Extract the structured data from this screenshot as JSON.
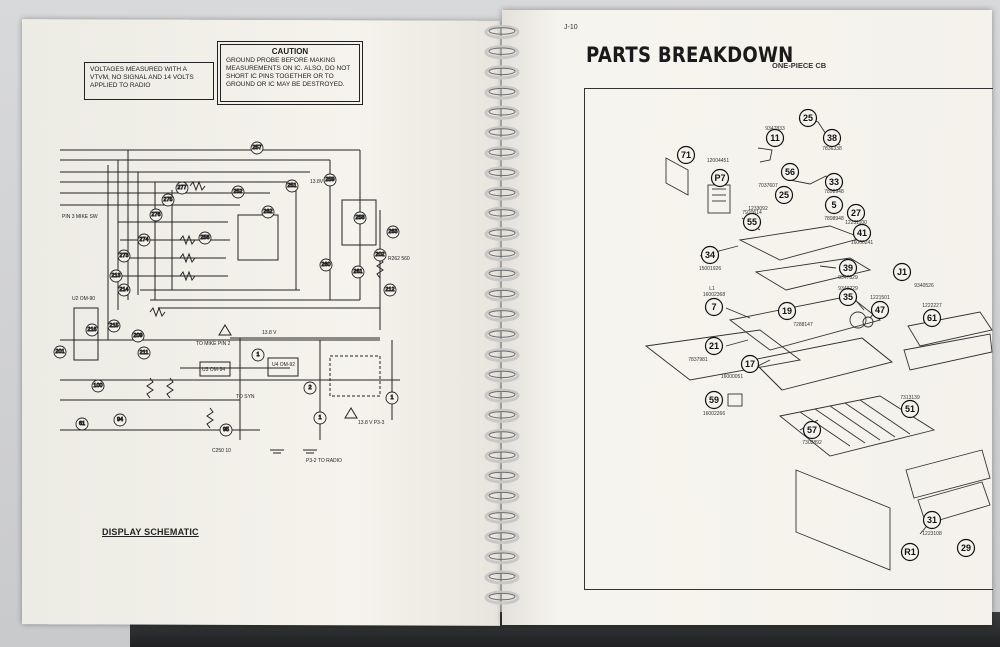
{
  "left_page": {
    "voltage_note": "VOLTAGES MEASURED WITH A VTVM, NO SIGNAL AND 14 VOLTS APPLIED TO RADIO",
    "caution_title": "CAUTION",
    "caution_text": "GROUND PROBE BEFORE MAKING MEASUREMENTS ON IC. ALSO, DO NOT SHORT IC PINS TOGETHER OR TO GROUND OR IC MAY BE DESTROYED.",
    "schematic_title": "DISPLAY SCHEMATIC",
    "schematic_labels": [
      {
        "id": "v-13-8",
        "text": "13.8 V"
      },
      {
        "id": "v-13-8b",
        "text": "13.8V"
      },
      {
        "id": "to-mike",
        "text": "TO MIKE PIN 2"
      },
      {
        "id": "to-syn",
        "text": "TO SYN"
      },
      {
        "id": "p3-2",
        "text": "P3-2 TO RADIO"
      },
      {
        "id": "p3-3",
        "text": "13.8 V P3-3"
      },
      {
        "id": "u4",
        "text": "U4 OM-92"
      },
      {
        "id": "u3",
        "text": "U3 OM-94"
      },
      {
        "id": "u2",
        "text": "U2 OM-90"
      },
      {
        "id": "pin3",
        "text": "PIN 3 MIKE SW"
      },
      {
        "id": "c250",
        "text": "C250 10"
      },
      {
        "id": "r262",
        "text": "R262 560"
      }
    ],
    "test_points": [
      "257",
      "277",
      "252",
      "251",
      "259",
      "275",
      "276",
      "274",
      "273",
      "256",
      "262",
      "263",
      "213",
      "214",
      "216",
      "215",
      "258",
      "260",
      "261",
      "212",
      "209",
      "202",
      "201",
      "211",
      "100",
      "94",
      "95",
      "61",
      "1",
      "2",
      "1",
      "1"
    ]
  },
  "right_page": {
    "page_number": "J-10",
    "title": "PARTS BREAKDOWN",
    "subtitle": "ONE-PIECE CB",
    "parts": [
      {
        "label": "71",
        "number": ""
      },
      {
        "label": "P7",
        "number": "12004451"
      },
      {
        "label": "11",
        "number": "9347833"
      },
      {
        "label": "25",
        "number": ""
      },
      {
        "label": "38",
        "number": "7836338"
      },
      {
        "label": "56",
        "number": "7037607"
      },
      {
        "label": "33",
        "number": "7898948"
      },
      {
        "label": "25",
        "number": "1233092"
      },
      {
        "label": "5",
        "number": "7898948"
      },
      {
        "label": "27",
        "number": "12231100"
      },
      {
        "label": "55",
        "number": "7920614"
      },
      {
        "label": "41",
        "number": "16000241"
      },
      {
        "label": "34",
        "number": "15001926"
      },
      {
        "label": "39",
        "number": "9347829"
      },
      {
        "label": "J1",
        "number": "9340526"
      },
      {
        "label": "35",
        "number": "9349229"
      },
      {
        "label": "7",
        "number": "16002368"
      },
      {
        "label": "19",
        "number": "7288147"
      },
      {
        "label": "47",
        "number": "1221501"
      },
      {
        "label": "61",
        "number": "1222227"
      },
      {
        "label": "21",
        "number": "7837981"
      },
      {
        "label": "17",
        "number": "16000051"
      },
      {
        "label": "59",
        "number": "16002266"
      },
      {
        "label": "51",
        "number": "7313139"
      },
      {
        "label": "57",
        "number": "7302892"
      },
      {
        "label": "31",
        "number": "1223108"
      },
      {
        "label": "R1",
        "number": ""
      },
      {
        "label": "29",
        "number": ""
      }
    ],
    "extra_numbers": [
      "L1"
    ]
  },
  "colors": {
    "paper": "#f3f1ea",
    "ink": "#1a1a1a",
    "binder": "#2a2c2e",
    "spiral": "#c8c8c6"
  }
}
